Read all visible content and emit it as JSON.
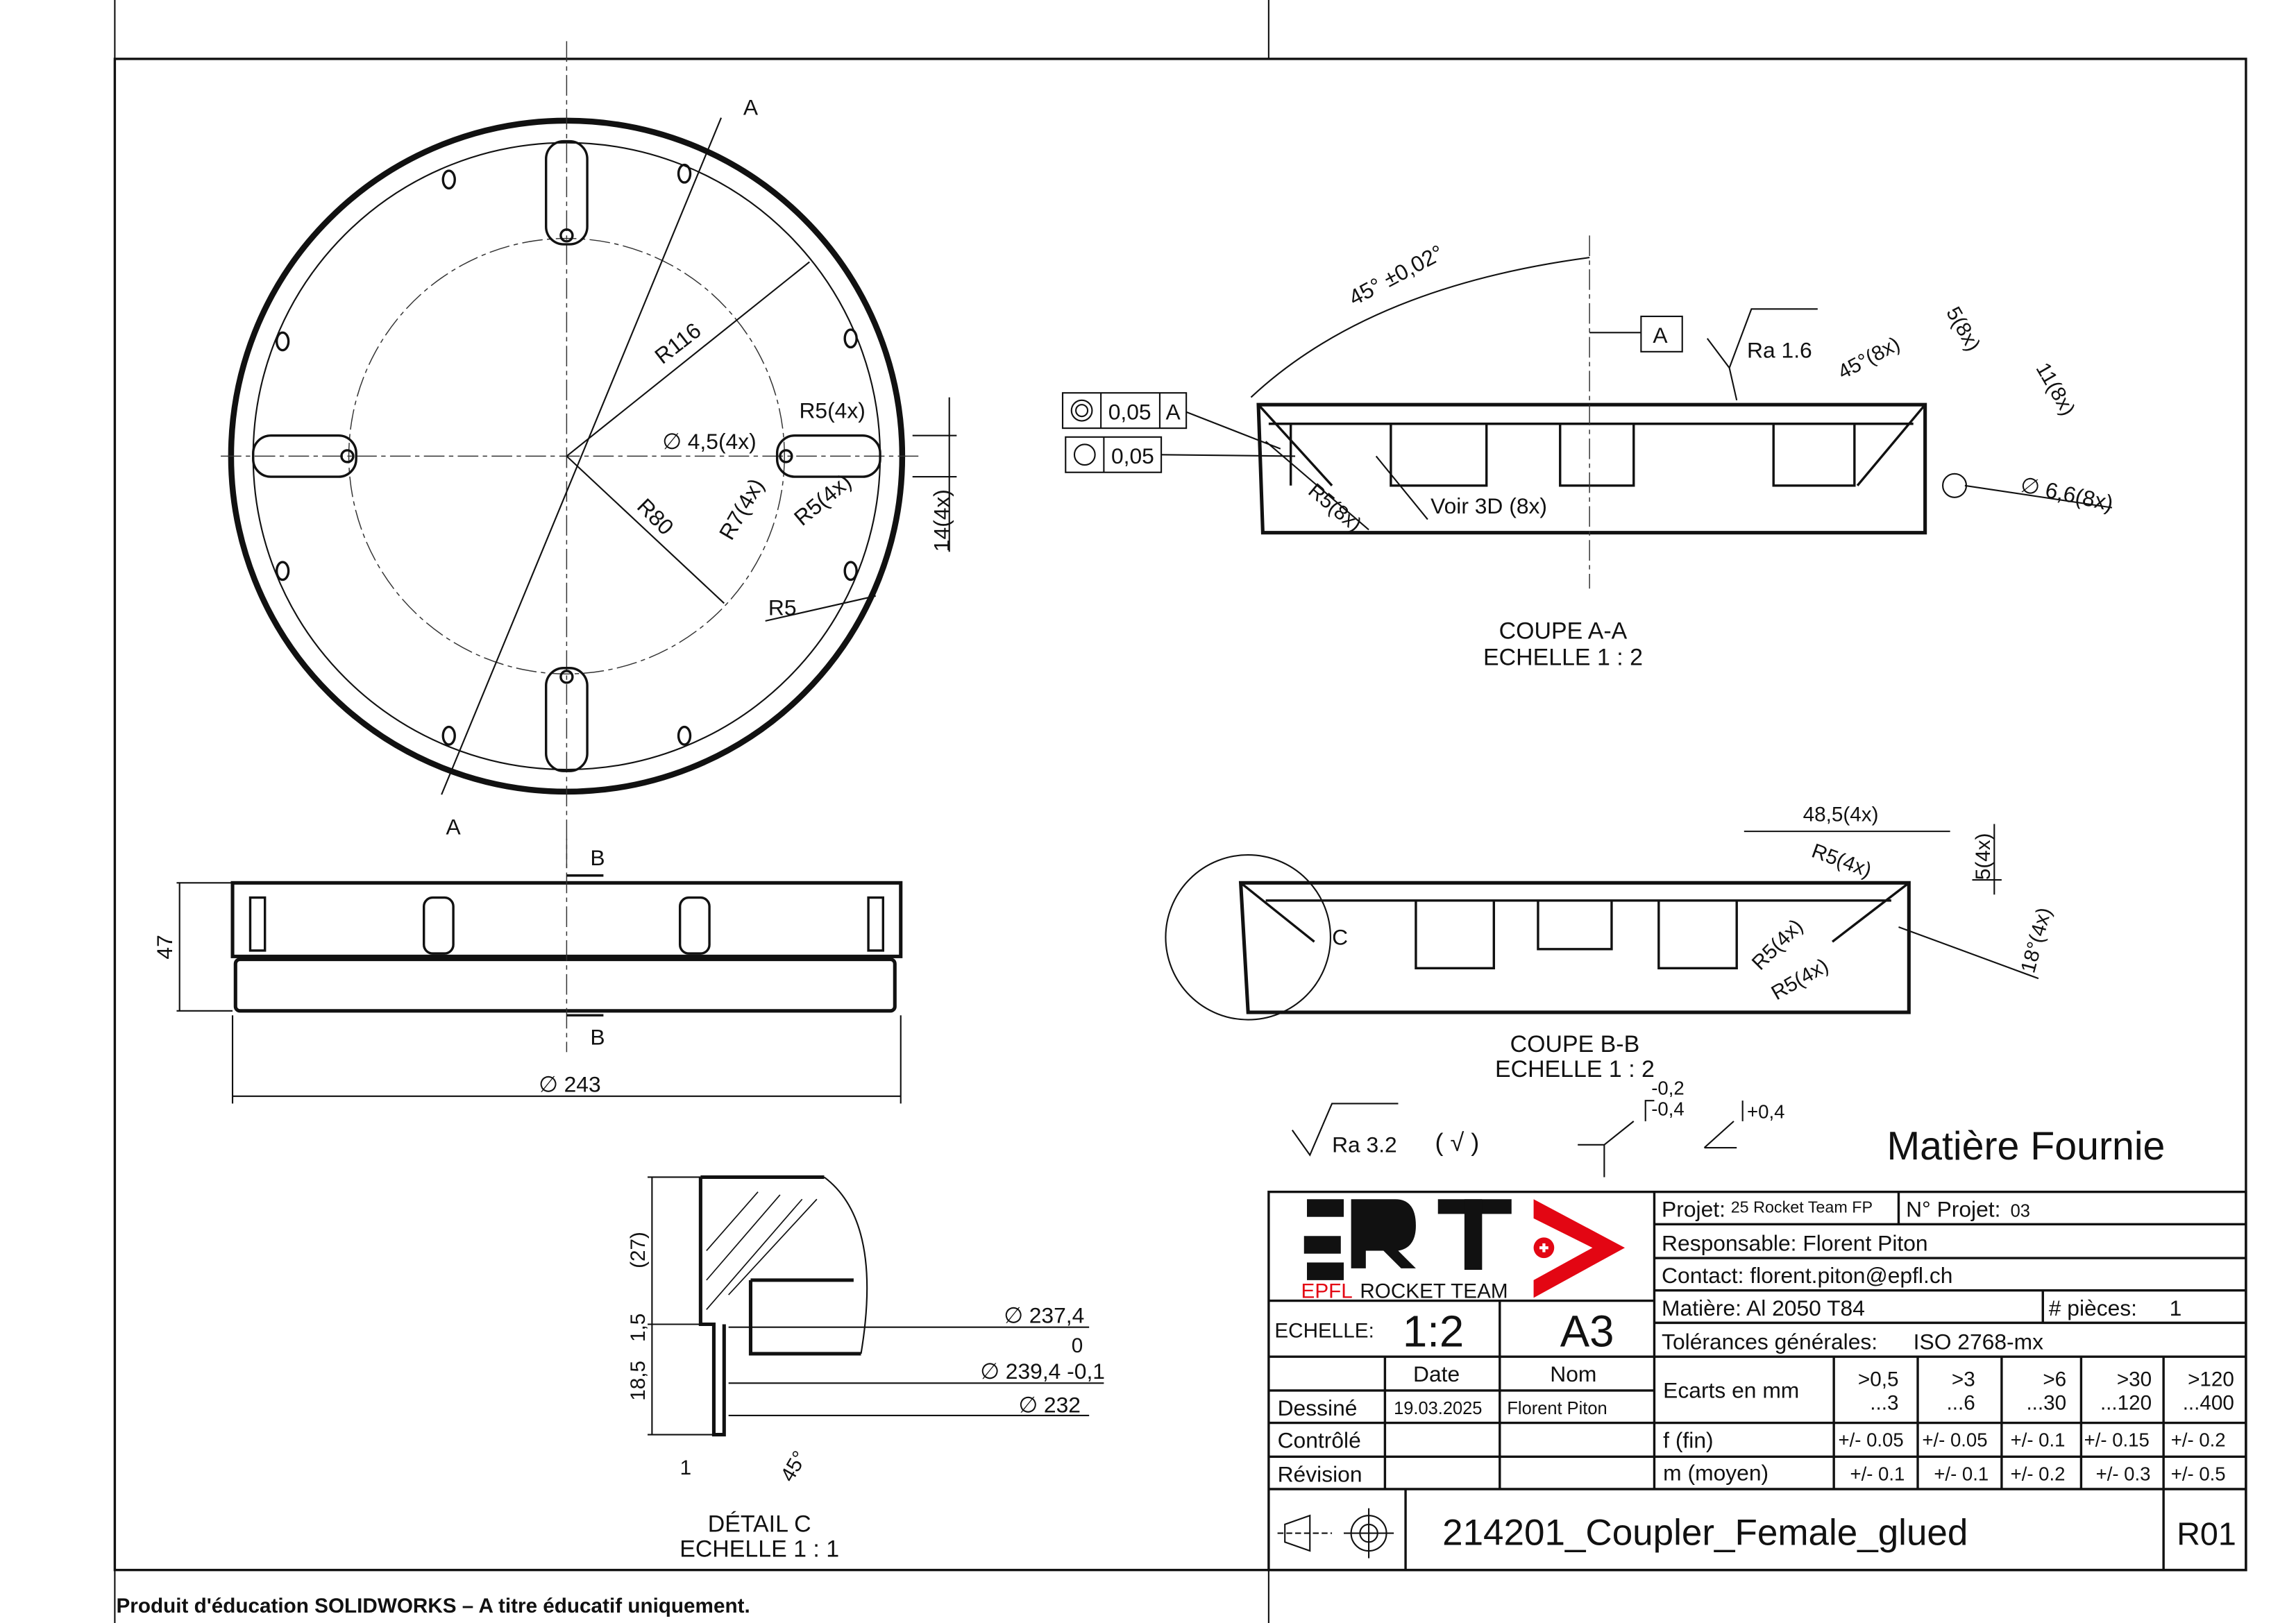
{
  "footer": "Produit d'éducation SOLIDWORKS – A titre éducatif uniquement.",
  "top_view": {
    "labels": [
      "A",
      "A",
      "R116",
      "R80",
      "∅ 4,5(4x)",
      "R5(4x)",
      "R7(4x)",
      "R5(4x)",
      "R5",
      "14(4x)"
    ]
  },
  "side_view": {
    "height": "47",
    "diameter": "∅ 243",
    "section_b_top": "B",
    "section_b_bottom": "B"
  },
  "section_aa": {
    "title": "COUPE A-A",
    "scale": "ECHELLE 1 : 2",
    "angle": "45° ±0,02°",
    "datum": "A",
    "roughness": "Ra 1.6",
    "gdt_concentricity": {
      "symbol": "concentricity-icon",
      "value": "0,05",
      "datum": "A"
    },
    "gdt_circularity": {
      "symbol": "circularity-icon",
      "value": "0,05"
    },
    "r5": "R5(8x)",
    "voir3d": "Voir 3D (8x)",
    "angle45": "45°(8x)",
    "dim5": "5(8x)",
    "dim11": "11(8x)",
    "hole": "∅ 6,6(8x)"
  },
  "section_bb": {
    "title": "COUPE B-B",
    "scale": "ECHELLE 1 : 2",
    "dim48": "48,5(4x)",
    "r5a": "R5(4x)",
    "dim5": "5(4x)",
    "r5b": "R5(4x)",
    "r5c": "R5(4x)",
    "angle": "18°(4x)",
    "detail": "C"
  },
  "symbols": {
    "ra32": "Ra 3.2",
    "check": "( √ )",
    "tol_upper": "-0,2",
    "tol_lower": "-0,4",
    "tol_plus": "+0,4"
  },
  "material_note": "Matière Fournie",
  "detail_c": {
    "title": "DÉTAIL C",
    "scale": "ECHELLE 1 : 1",
    "d1": "∅ 237,4",
    "d2_upper": "0",
    "d2": "∅ 239,4 -0,1",
    "d3": "∅ 232",
    "v27": "(27)",
    "v15": "1,5",
    "v185": "18,5",
    "h1": "1",
    "a45": "45°"
  },
  "title_block": {
    "logo_text": "ERT",
    "logo_sub_red": "EPFL",
    "logo_sub": "ROCKET TEAM",
    "brand_colors": {
      "red": "#e30613",
      "black": "#111111"
    },
    "projet_label": "Projet:",
    "projet_value": "25 Rocket Team FP",
    "num_projet_label": "N° Projet:",
    "num_projet_value": "03",
    "responsable": "Responsable: Florent Piton",
    "contact": "Contact: florent.piton@epfl.ch",
    "matiere": "Matière: Al 2050 T84",
    "pieces_label": "# pièces:",
    "pieces_value": "1",
    "tolerances_label": "Tolérances générales:",
    "tolerances_value": "ISO 2768-mx",
    "echelle_label": "ECHELLE:",
    "echelle_value": "1:2",
    "format": "A3",
    "date_header": "Date",
    "nom_header": "Nom",
    "rows": [
      {
        "label": "Dessiné",
        "date": "19.03.2025",
        "nom": "Florent Piton"
      },
      {
        "label": "Contrôlé",
        "date": "",
        "nom": ""
      },
      {
        "label": "Révision",
        "date": "",
        "nom": ""
      }
    ],
    "ecarts_label": "Ecarts en mm",
    "ranges": [
      [
        ">0,5",
        "...3"
      ],
      [
        ">3",
        "...6"
      ],
      [
        ">6",
        "...30"
      ],
      [
        ">30",
        "...120"
      ],
      [
        ">120",
        "...400"
      ]
    ],
    "fin_label": "f (fin)",
    "fin": [
      "+/- 0.05",
      "+/- 0.05",
      "+/- 0.1",
      "+/- 0.15",
      "+/- 0.2"
    ],
    "moyen_label": "m (moyen)",
    "moyen": [
      "+/- 0.1",
      "+/- 0.1",
      "+/- 0.2",
      "+/- 0.3",
      "+/- 0.5"
    ],
    "drawing_name": "214201_Coupler_Female_glued",
    "revision": "R01"
  }
}
